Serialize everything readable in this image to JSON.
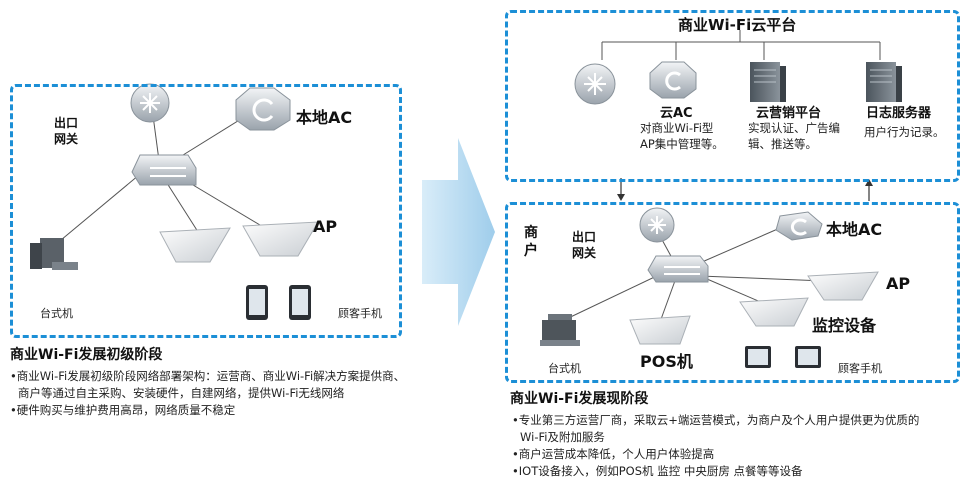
{
  "left": {
    "gateway_label": [
      "出口",
      "网关"
    ],
    "local_ac": "本地AC",
    "ap": "AP",
    "desktop": "台式机",
    "phone": "顾客手机",
    "title": "商业Wi-Fi发展初级阶段",
    "bullets": [
      "•商业Wi-Fi发展初级阶段网络部署架构：运营商、商业Wi-Fi解决方案提供商、商户等通过自主采购、安装硬件，自建网络，提供Wi-Fi无线网络",
      "•硬件购买与维护费用高昂，网络质量不稳定"
    ]
  },
  "cloud": {
    "title": "商业Wi-Fi云平台",
    "cloud_ac": "云AC",
    "cloud_ac_desc": [
      "对商业Wi-Fi型",
      "AP集中管理等。"
    ],
    "marketing": "云营销平台",
    "marketing_desc": [
      "实现认证、广告编",
      "辑、推送等。"
    ],
    "log_server": "日志服务器",
    "log_desc": "用户行为记录。"
  },
  "right": {
    "merchant": [
      "商",
      "户"
    ],
    "gateway_label": [
      "出口",
      "网关"
    ],
    "local_ac": "本地AC",
    "ap": "AP",
    "monitor": "监控设备",
    "pos": "POS机",
    "desktop": "台式机",
    "phone": "顾客手机",
    "title": "商业Wi-Fi发展现阶段",
    "bullets": [
      "•专业第三方运营厂商，采取云+端运营模式，为商户及个人用户提供更为优质的Wi-Fi及附加服务",
      "•商户运营成本降低，个人用户体验提高",
      "•IOT设备接入，例如POS机 监控 中央厨房 点餐等等设备"
    ]
  },
  "colors": {
    "border": "#1c8fd6",
    "arrow": "#a9d4f0"
  }
}
